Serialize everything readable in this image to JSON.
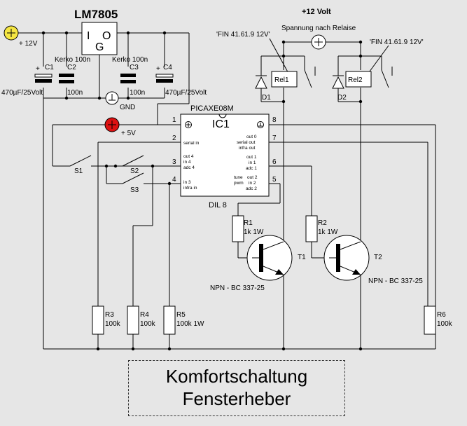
{
  "labels": {
    "regulator": "LM7805",
    "reg_i": "I",
    "reg_o": "O",
    "reg_g": "G",
    "plus12": "+ 12V",
    "supply_title": "+12 Volt",
    "relay_supply": "Spannung nach Relaise",
    "relay_part_left": "'FIN 41.61.9 12V'",
    "relay_part_right": "'FIN 41.61.9 12V'",
    "rel1": "Rel1",
    "rel2": "Rel2",
    "d1": "D1",
    "d2": "D2",
    "c1": "C1",
    "c2": "C2",
    "c3": "C3",
    "c4": "C4",
    "kerko_left": "Kerko 100n",
    "kerko_right": "Kerko 100n",
    "c2_val": "100n",
    "c3_val": "100n",
    "c1_val": "470µF/25Volt",
    "c4_val": "470µF/25Volt",
    "gnd": "GND",
    "plus5": "+ 5V",
    "ic_part": "PICAXE08M",
    "ic_name": "IC1",
    "ic_package": "DIL 8",
    "pin1": "1",
    "pin2": "2",
    "pin3": "3",
    "pin4": "4",
    "pin5": "5",
    "pin6": "6",
    "pin7": "7",
    "pin8": "8",
    "ic_serial_in": "serial in",
    "ic_out4": "out 4",
    "ic_in4": "in 4",
    "ic_adc4": "adc 4",
    "ic_in3": "in 3",
    "ic_infra_in": "infra in",
    "ic_out0": "out 0",
    "ic_serial_out": "serial out",
    "ic_infra_out": "infra out",
    "ic_out1": "out 1",
    "ic_in1": "in 1",
    "ic_adc1": "adc 1",
    "ic_tune": "tune",
    "ic_pwm": "pwm",
    "ic_out2": "out 2",
    "ic_in2": "in 2",
    "ic_adc2": "adc 2",
    "s1": "S1",
    "s2": "S2",
    "s3": "S3",
    "r1": "R1",
    "r1_val": "1k 1W",
    "r2": "R2",
    "r2_val": "1k 1W",
    "r3": "R3",
    "r3_val": "100k",
    "r4": "R4",
    "r4_val": "100k",
    "r5": "R5",
    "r5_val": "100k 1W",
    "r6": "R6",
    "r6_val": "100k",
    "t1": "T1",
    "t2": "T2",
    "t1_type": "NPN - BC 337-25",
    "t2_type": "NPN - BC 337-25"
  },
  "title": {
    "line1": "Komfortschaltung",
    "line2": "Fensterheber"
  },
  "colors": {
    "background": "#e6e6e6",
    "supply_12v": "#f5e642",
    "supply_5v": "#dd1111"
  }
}
